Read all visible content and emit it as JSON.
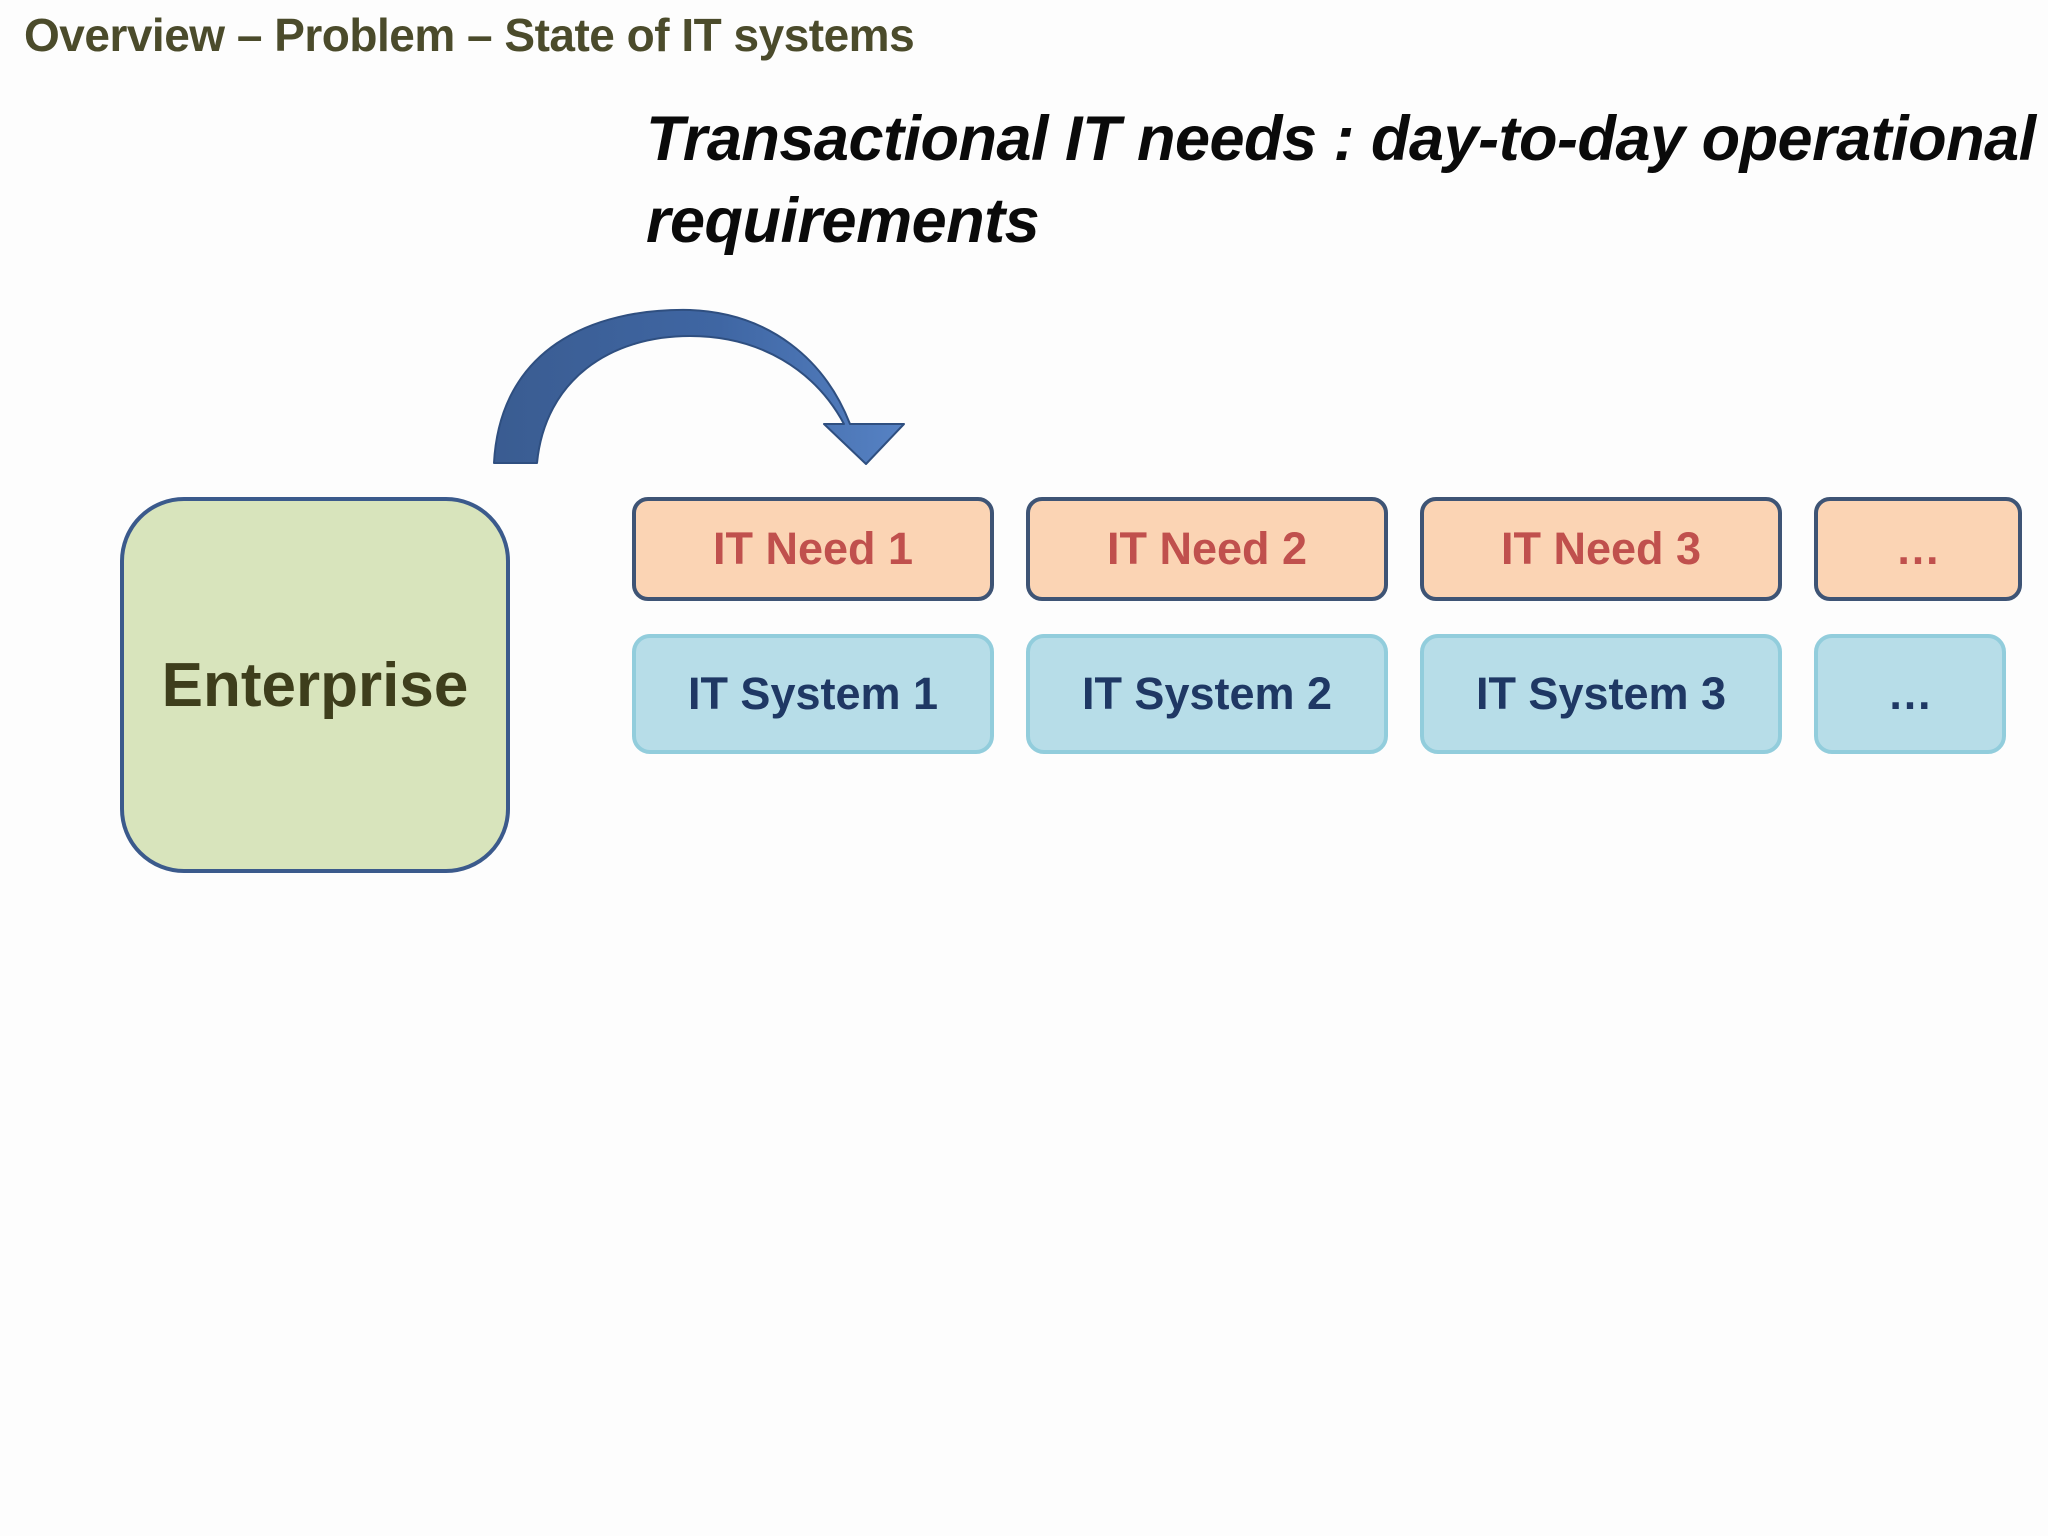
{
  "slide": {
    "breadcrumb": "Overview – Problem – State of IT systems",
    "headline": "Transactional IT needs : day-to-day operational requirements",
    "enterprise": "Enterprise",
    "needs": [
      {
        "label": "IT Need 1"
      },
      {
        "label": "IT Need 2"
      },
      {
        "label": "IT Need 3"
      },
      {
        "label": "…"
      }
    ],
    "systems": [
      {
        "label": "IT System 1"
      },
      {
        "label": "IT System 2"
      },
      {
        "label": "IT System 3"
      },
      {
        "label": "…"
      }
    ]
  },
  "colors": {
    "breadcrumb_text": "#4b4b2b",
    "enterprise_fill": "#d8e4bc",
    "enterprise_border": "#3b5a8c",
    "need_fill": "#fbd4b4",
    "need_text": "#c0504d",
    "system_fill": "#b7dde8",
    "system_text": "#1f3864",
    "arrow_fill": "#4a72b0"
  },
  "icons": {
    "arrow": "curved-arrow-icon"
  }
}
